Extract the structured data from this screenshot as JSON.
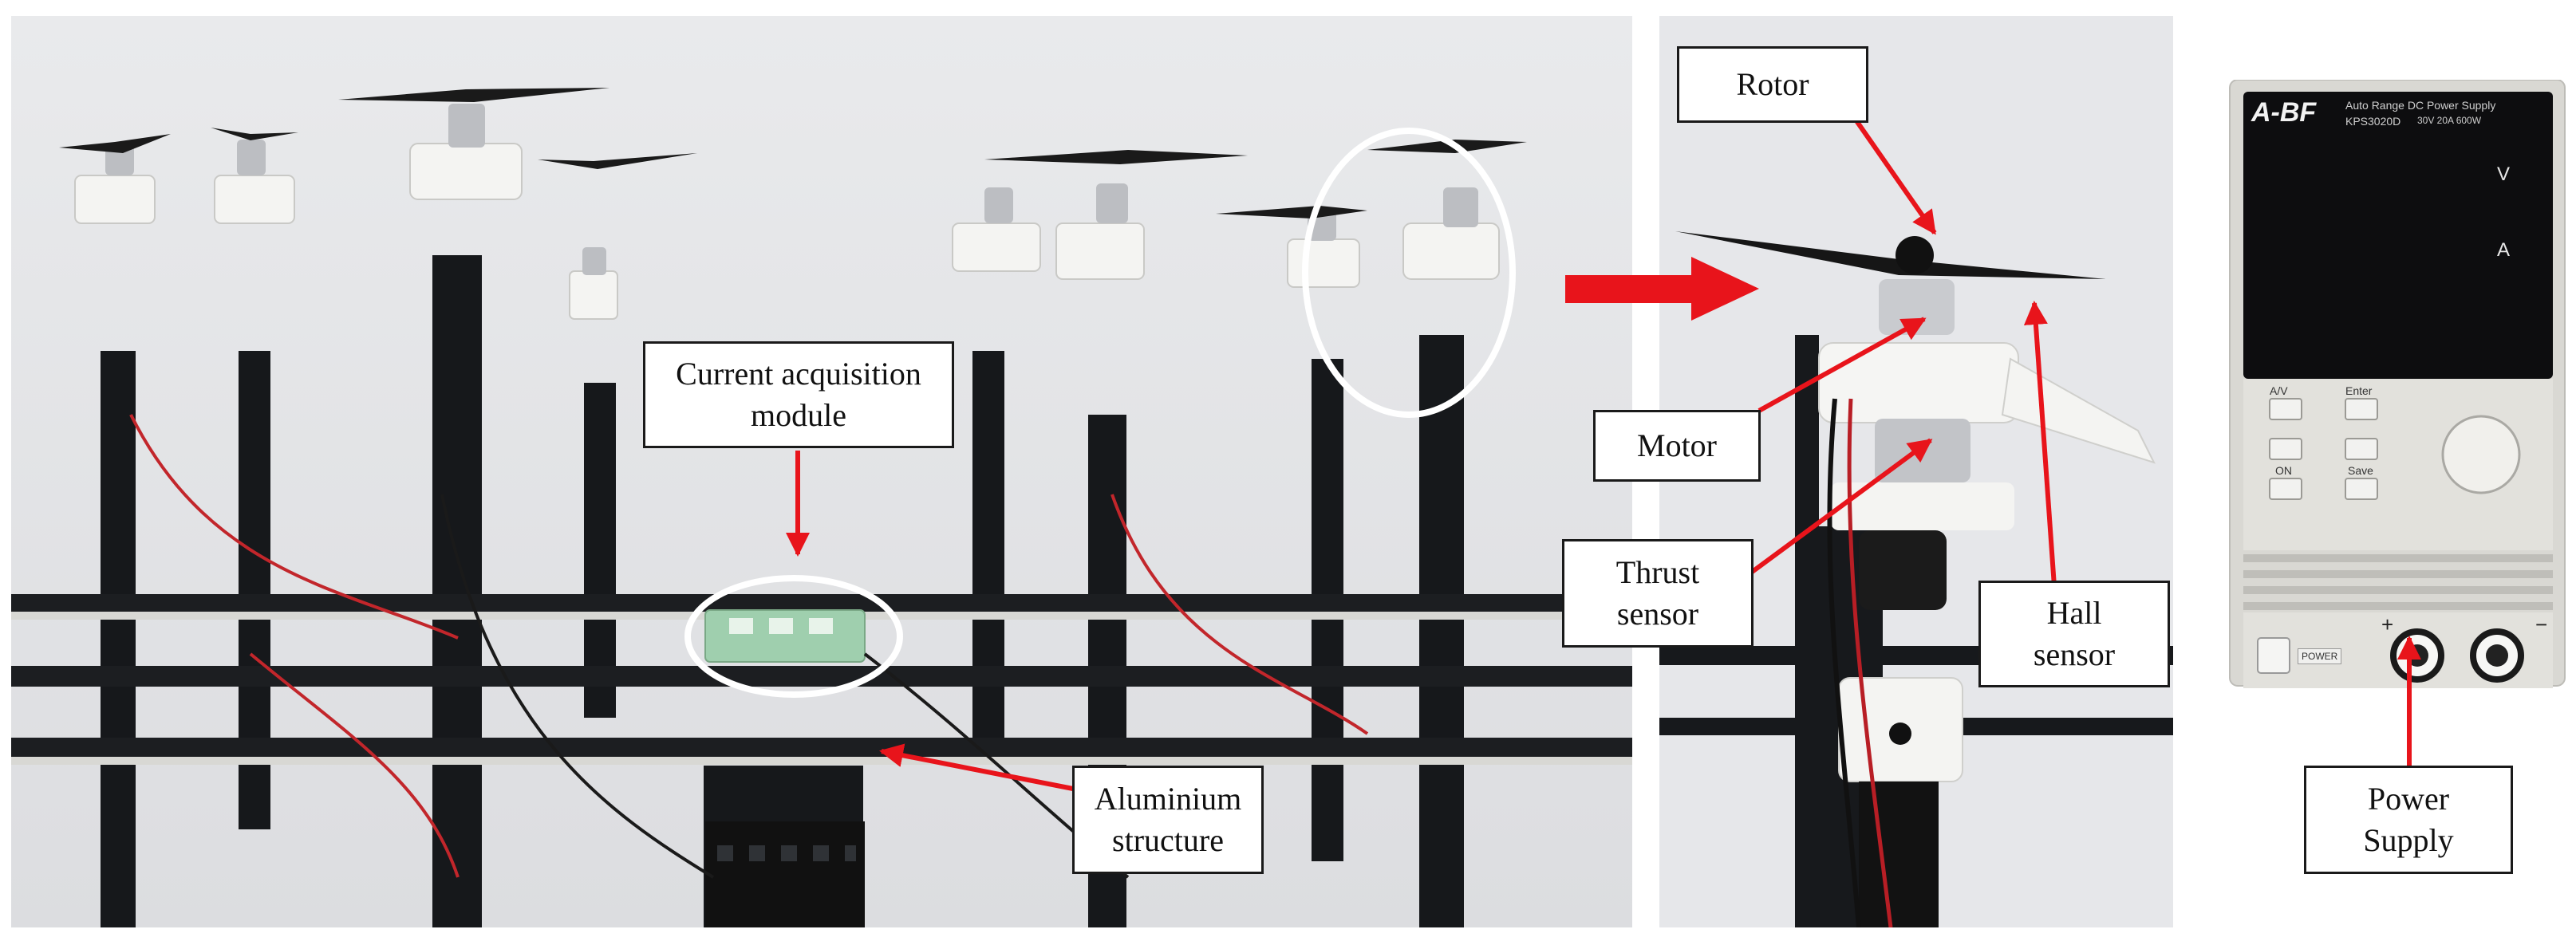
{
  "figure": {
    "panels": [
      {
        "id": "main",
        "icon": "multi-rotor-test-rig-photo"
      },
      {
        "id": "detail",
        "icon": "rotor-closeup-photo"
      },
      {
        "id": "supply",
        "icon": "dc-power-supply-photo"
      }
    ],
    "labels": {
      "current_module": "Current acquisition\nmodule",
      "aluminium": "Aluminium\nstructure",
      "rotor": "Rotor",
      "motor": "Motor",
      "thrust": "Thrust\nsensor",
      "hall": "Hall\nsensor",
      "power": "Power\nSupply"
    },
    "device_text": {
      "brand": "A-BF",
      "header": "Auto Range DC Power Supply",
      "model": "KPS3020D",
      "rating": "30V 20A 600W",
      "volt_unit": "V",
      "amp_unit": "A",
      "btn_av": "A/V",
      "btn_enter": "Enter",
      "btn_on": "ON",
      "btn_save": "Save",
      "power_switch": "POWER",
      "plus": "+",
      "minus": "−"
    },
    "colors": {
      "arrow": "#e8141b",
      "frame": "#111111",
      "wall": "#e3e4e6"
    }
  }
}
